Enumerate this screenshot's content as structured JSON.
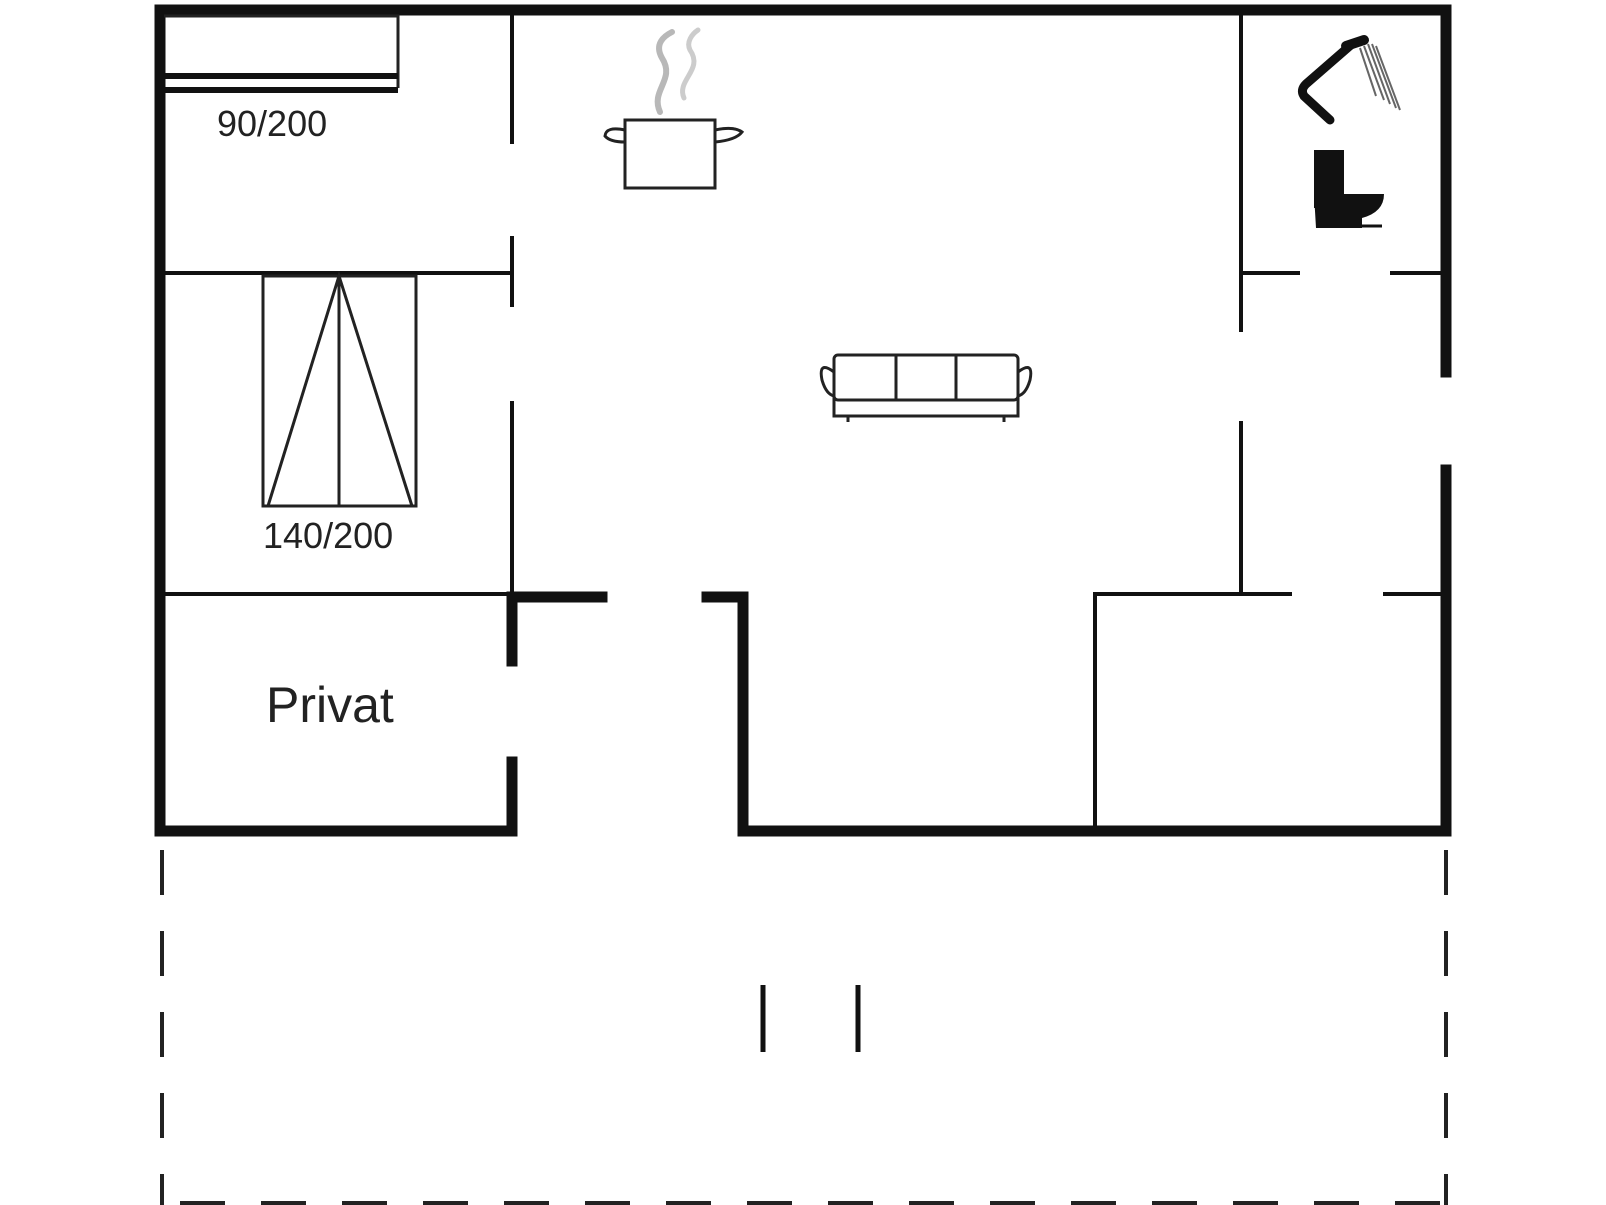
{
  "plan": {
    "bed_single": "90/200",
    "bed_double": "140/200",
    "room_private": "Privat"
  },
  "icons": [
    "stove-pot-icon",
    "sofa-icon",
    "shower-icon",
    "toilet-icon"
  ],
  "colors": {
    "wall": "#111111",
    "background": "#ffffff"
  }
}
